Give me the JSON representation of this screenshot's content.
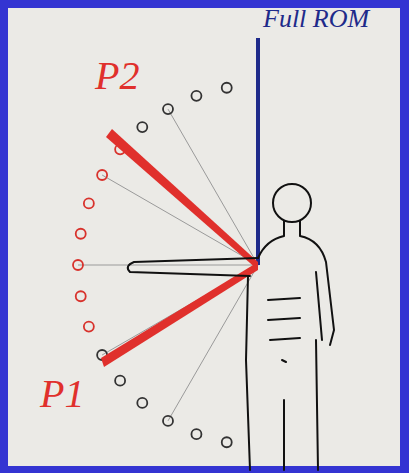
{
  "diagram": {
    "labels": [
      "Full ROM",
      "P2",
      "P1"
    ]
  }
}
